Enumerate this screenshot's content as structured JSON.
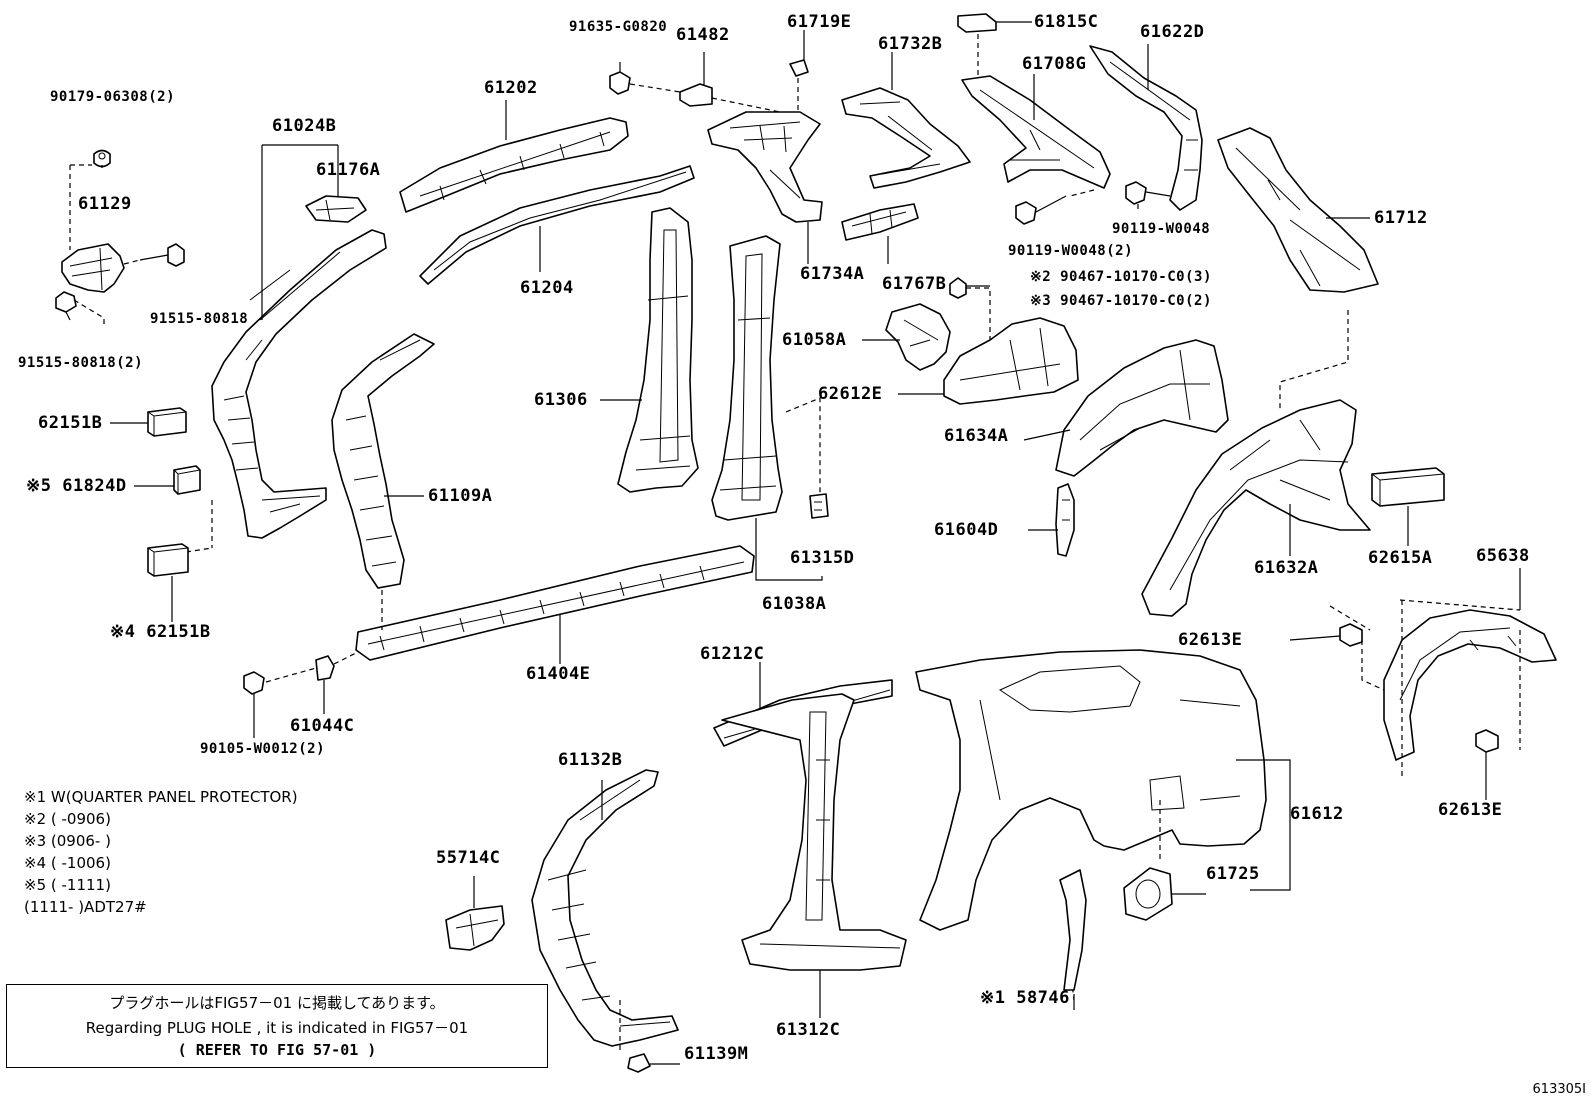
{
  "parts": {
    "p91635_G0820": "91635-G0820",
    "p61482": "61482",
    "p61719E": "61719E",
    "p61732B": "61732B",
    "p61815C": "61815C",
    "p61622D": "61622D",
    "p90179_06308": "90179-06308(2)",
    "p61202": "61202",
    "p61708G": "61708G",
    "p61024B": "61024B",
    "p61176A": "61176A",
    "p61129": "61129",
    "p61204": "61204",
    "p90119_W0048": "90119-W0048",
    "p61712": "61712",
    "p61734A": "61734A",
    "p61767B": "61767B",
    "p90119_W0048_2": "90119-W0048(2)",
    "p91515_80818": "91515-80818",
    "p90467_a": "※2 90467-10170-C0(3)",
    "p90467_b": "※3 90467-10170-C0(2)",
    "p91515_80818_2": "91515-80818(2)",
    "p61058A": "61058A",
    "p62612E": "62612E",
    "p61306": "61306",
    "p62151B_a": "62151B",
    "p61634A": "61634A",
    "p61824D": "※5 61824D",
    "p61109A": "61109A",
    "p61604D": "61604D",
    "p61315D": "61315D",
    "p61632A": "61632A",
    "p62615A": "62615A",
    "p65638": "65638",
    "p61038A": "61038A",
    "p62151B_b": "※4 62151B",
    "p62613E_a": "62613E",
    "p61404E": "61404E",
    "p61212C": "61212C",
    "p90105_W0012": "90105-W0012(2)",
    "p61044C": "61044C",
    "p62613E_b": "62613E",
    "p61132B": "61132B",
    "p61612": "61612",
    "p55714C": "55714C",
    "p61725": "61725",
    "p58746": "※1 58746",
    "p61312C": "61312C",
    "p61139M": "61139M"
  },
  "legend": [
    "※1 W(QUARTER PANEL PROTECTOR)",
    "※2 (      -0906)",
    "※3 (0906-      )",
    "※4 (      -1006)",
    "※5 (      -1111)",
    "  (1111-      )ADT27#"
  ],
  "note_box": {
    "line1": "プラグホールはFIG57－01 に掲載してあります。",
    "line2": "Regarding PLUG HOLE , it is indicated in FIG57－01",
    "line3": "(    REFER TO FIG 57-01  )"
  },
  "figure_number": "613305I"
}
